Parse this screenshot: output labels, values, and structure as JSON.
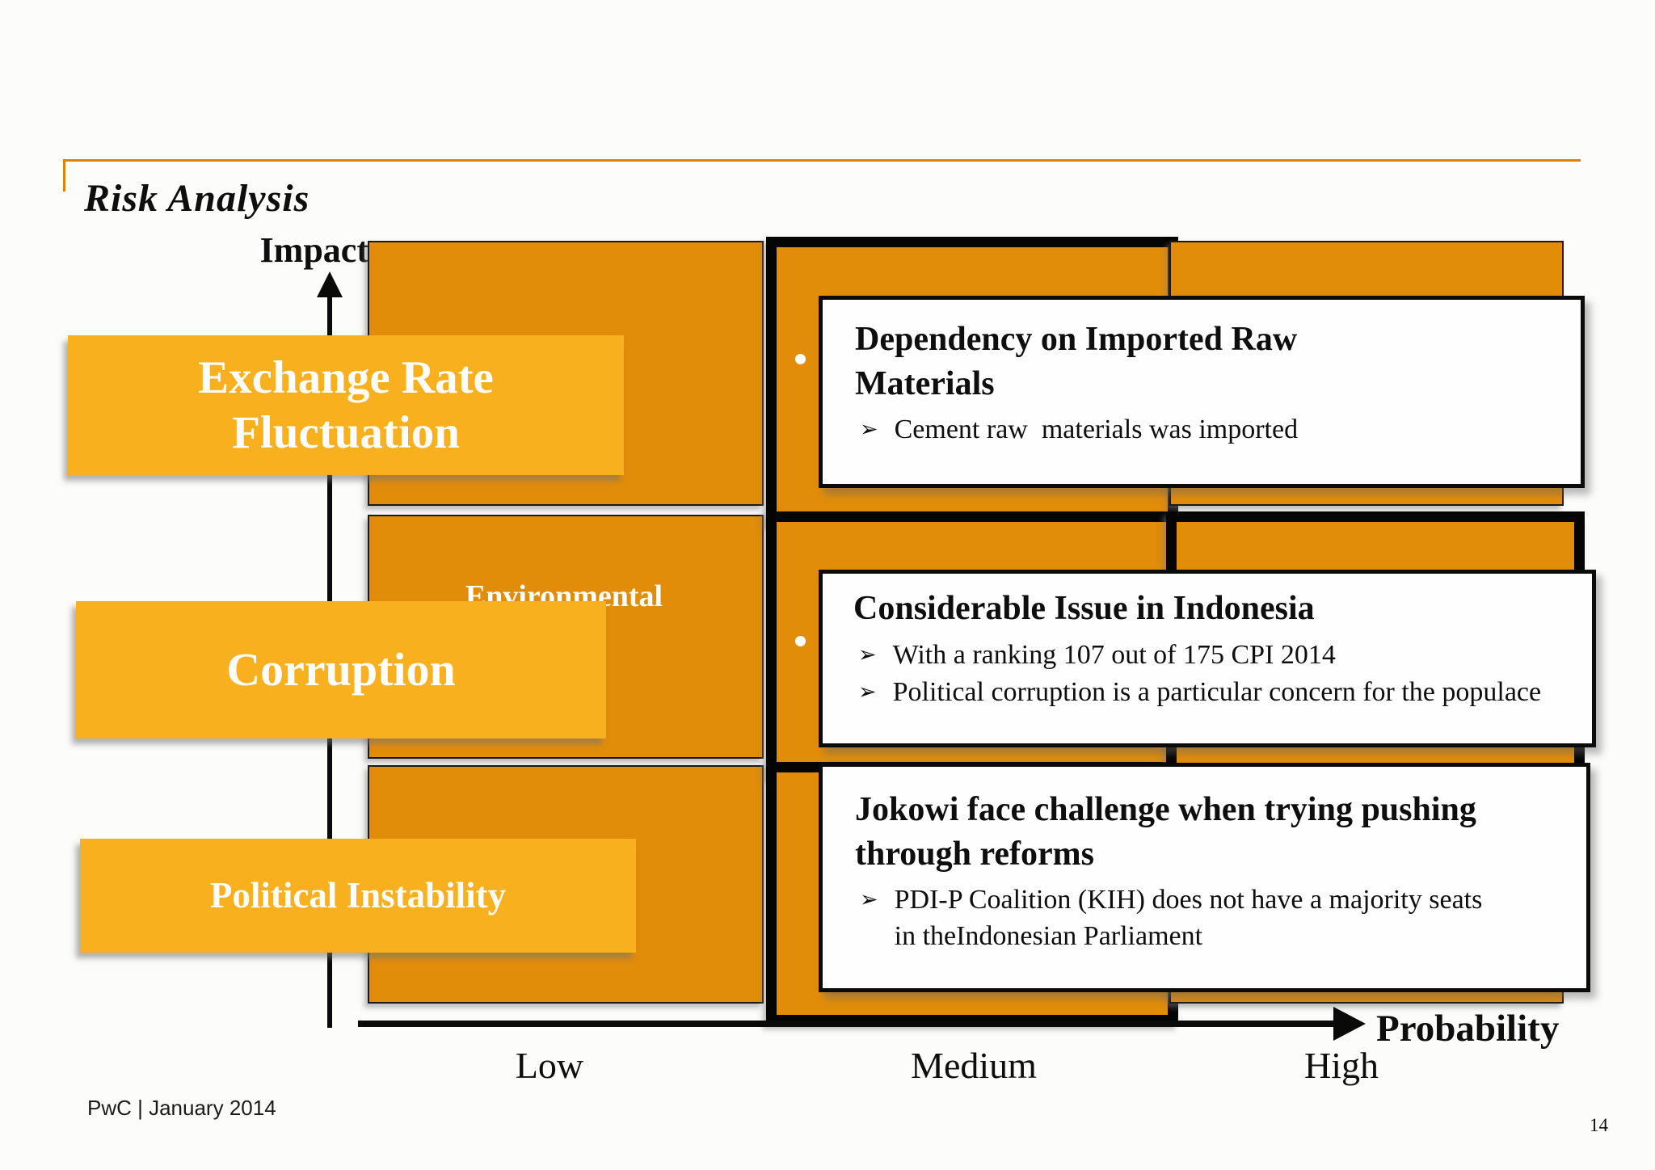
{
  "slide": {
    "title": "Risk Analysis",
    "footer": "PwC  |  January 2014",
    "page_number": "14"
  },
  "matrix": {
    "y_axis_label": "Impact",
    "x_axis_label": "Probability",
    "x_ticks": [
      "Low",
      "Medium",
      "High"
    ],
    "hidden_cell_text": "Environmental",
    "highlighted_cells": [
      "impact-high / prob-medium",
      "impact-medium / prob-medium",
      "impact-medium / prob-high",
      "impact-low / prob-medium"
    ]
  },
  "risk_labels": [
    {
      "text": "Exchange Rate Fluctuation"
    },
    {
      "text": "Corruption"
    },
    {
      "text": "Political Instability"
    }
  ],
  "callouts": [
    {
      "title": "Dependency on Imported Raw Materials",
      "bullets": [
        "Cement raw  materials was imported"
      ]
    },
    {
      "title": "Considerable Issue in Indonesia",
      "bullets": [
        "With a ranking 107 out of 175 CPI 2014",
        "Political corruption is a particular concern for the populace"
      ]
    },
    {
      "title": "Jokowi face challenge when trying pushing through reforms",
      "bullets": [
        "PDI-P Coalition (KIH) does not have a majority seats in theIndonesian Parliament"
      ]
    }
  ],
  "icons": {
    "bullet_marker": "➢",
    "cell_dot": "white-dot"
  },
  "colors": {
    "cell_orange": "#E28D0A",
    "label_amber": "#F8B01E",
    "frame_orange": "#DE8109",
    "callout_bg": "#FEFEFE",
    "border_black": "#0B0B0B",
    "label_text": "#FDFDFB"
  }
}
